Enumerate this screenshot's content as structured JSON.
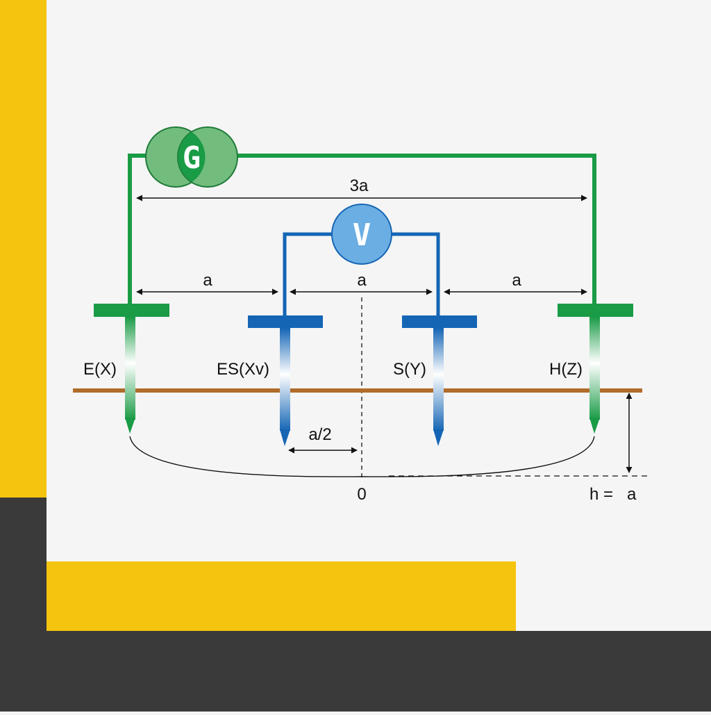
{
  "colors": {
    "background": "#f5f5f5",
    "accent_yellow": "#f5c40f",
    "dark_block": "#3a3a3a",
    "current_wire": "#1a9b46",
    "voltage_wire": "#1565b5",
    "ground_line": "#b06c2a",
    "generator_fill": "#72bd7e",
    "voltmeter_fill": "#6aaee3"
  },
  "meters": {
    "generator": {
      "letter": "G",
      "icon": "generator-icon"
    },
    "voltmeter": {
      "letter": "V",
      "icon": "voltmeter-icon"
    }
  },
  "electrodes": [
    {
      "label": "E(X)",
      "type": "current"
    },
    {
      "label": "ES(Xv)",
      "type": "potential"
    },
    {
      "label": "S(Y)",
      "type": "potential"
    },
    {
      "label": "H(Z)",
      "type": "current"
    }
  ],
  "dimensions": {
    "total_span": "3a",
    "spacing_left": "a",
    "spacing_middle": "a",
    "spacing_right": "a",
    "half_spacing": "a/2",
    "origin": "0",
    "depth_h": "h =",
    "depth_a": "a"
  }
}
